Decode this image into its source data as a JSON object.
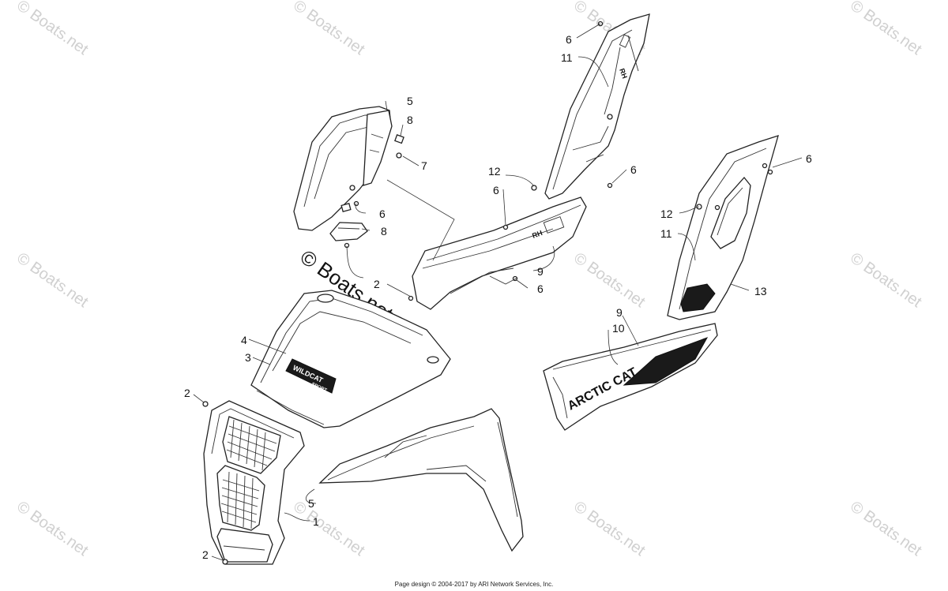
{
  "watermark": {
    "text": "© Boats.net"
  },
  "callouts": {
    "c1": "1",
    "c2a": "2",
    "c2b": "2",
    "c2c": "2",
    "c3": "3",
    "c4": "4",
    "c5a": "5",
    "c5b": "5",
    "c6a": "6",
    "c6b": "6",
    "c6c": "6",
    "c6d": "6",
    "c6e": "6",
    "c7": "7",
    "c8a": "8",
    "c8b": "8",
    "c9a": "9",
    "c9b": "9",
    "c10": "10",
    "c11a": "11",
    "c11b": "11",
    "c12a": "12",
    "c12b": "12",
    "c13": "13"
  },
  "decals": {
    "rh_upper": "RH",
    "rh_lower": "RH",
    "hood_logo": "WILDCAT",
    "hood_logo_sub": "SPORT",
    "side_logo": "ARCTIC CAT"
  },
  "footer": {
    "text": "Page design © 2004-2017 by ARI Network Services, Inc."
  },
  "colors": {
    "line": "#222222",
    "watermark": "#d0d0d0",
    "background": "#ffffff"
  }
}
